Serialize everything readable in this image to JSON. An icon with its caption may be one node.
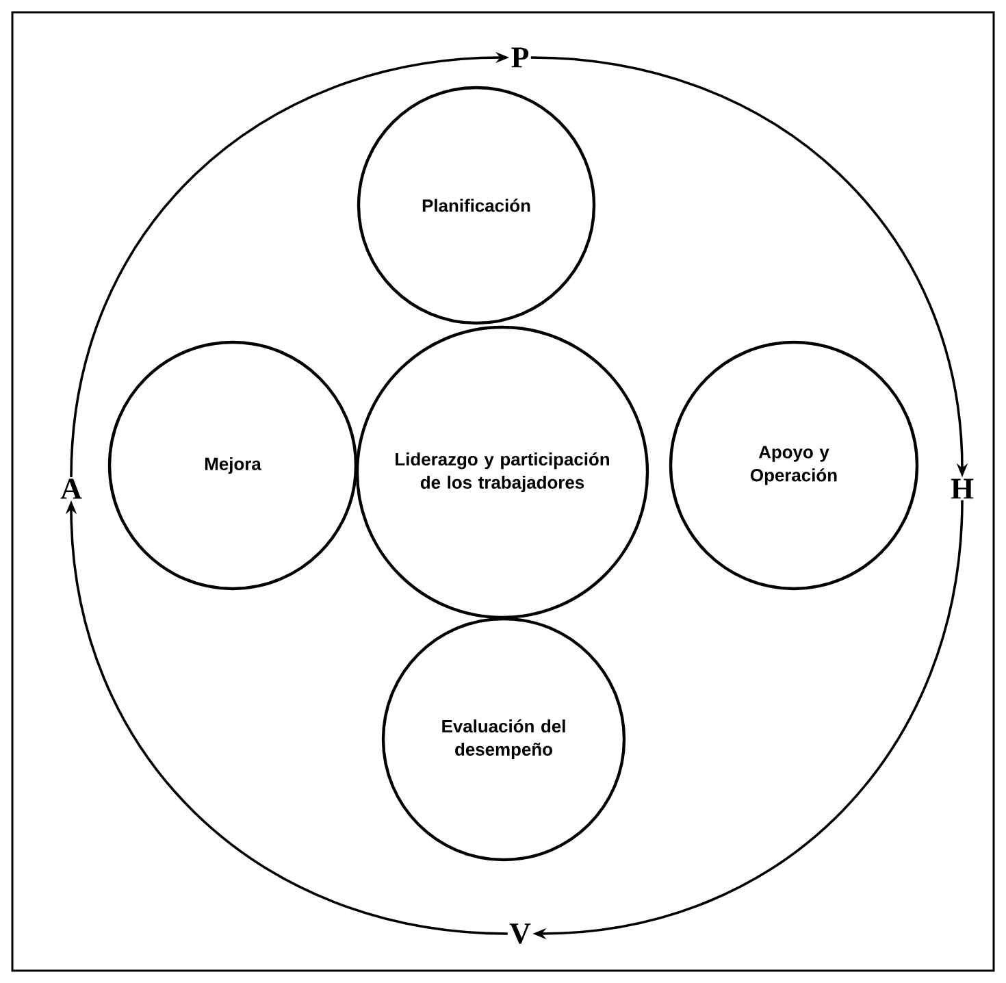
{
  "diagram": {
    "nodes": [
      {
        "text": [
          "P"
        ]
      },
      {
        "text": [
          "Planificación"
        ]
      },
      {
        "text": [
          "A"
        ]
      },
      {
        "text": [
          "Mejora"
        ]
      },
      {
        "text": [
          "Liderazgo y participación de los trabajadores"
        ]
      },
      {
        "text": [
          "Apoyo y Operación"
        ]
      },
      {
        "text": [
          "H"
        ]
      },
      {
        "text": [
          "Evaluación del desempeño"
        ]
      },
      {
        "text": [
          "V"
        ]
      }
    ],
    "edges": [
      {
        "from": 2,
        "to": 0,
        "arrow": "to"
      },
      {
        "from": 0,
        "to": 6,
        "arrow": "to"
      },
      {
        "from": 6,
        "to": 8,
        "arrow": "to"
      },
      {
        "from": 8,
        "to": 2,
        "arrow": "to"
      }
    ]
  }
}
